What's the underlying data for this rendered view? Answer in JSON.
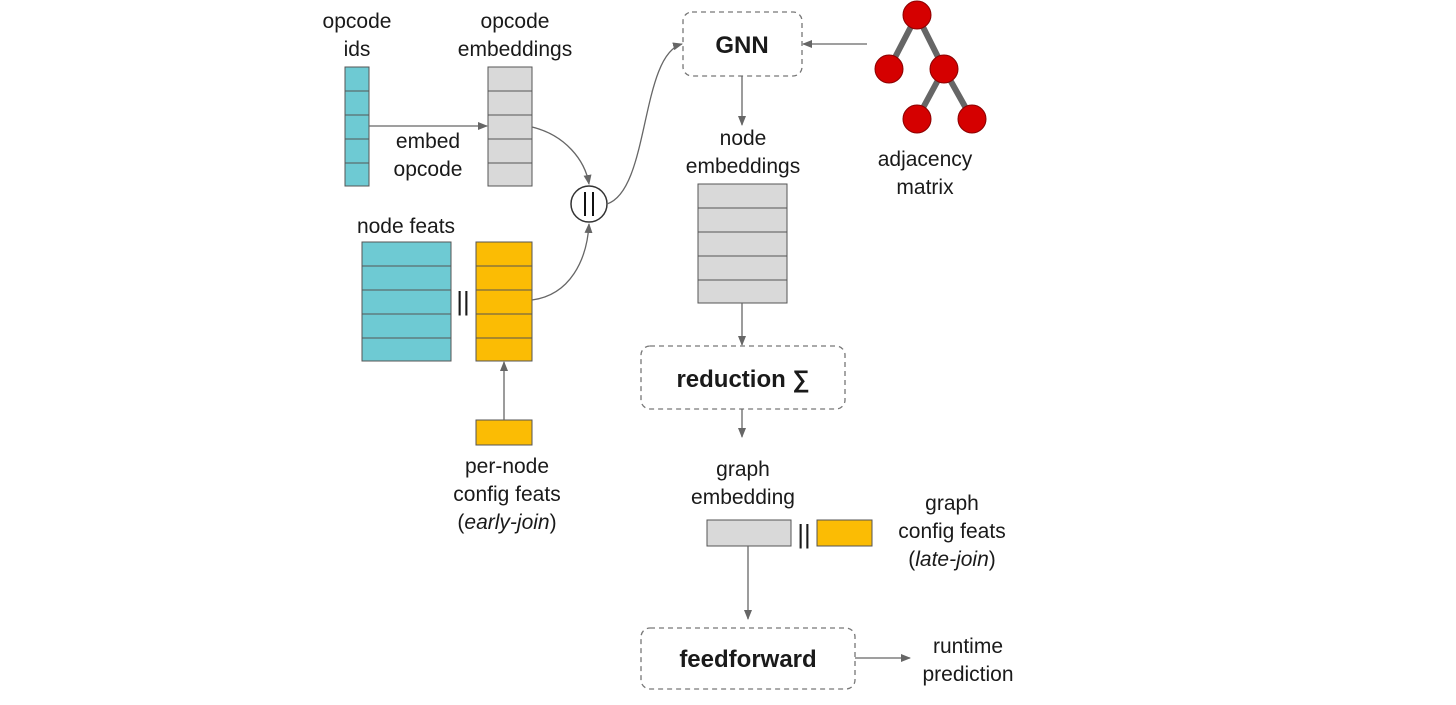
{
  "colors": {
    "teal": "#6ecad3",
    "gray": "#d9d9d9",
    "yellow": "#fbbc04",
    "red": "#d50000",
    "edge": "#666666"
  },
  "labels": {
    "opcode_ids": [
      "opcode",
      "ids"
    ],
    "opcode_embeddings": [
      "opcode",
      "embeddings"
    ],
    "embed_opcode": [
      "embed",
      "opcode"
    ],
    "node_feats": "node feats",
    "concat_symbol": "||",
    "per_node_config": [
      "per-node",
      "config feats"
    ],
    "early_join": "early-join",
    "gnn": "GNN",
    "node_embeddings": [
      "node",
      "embeddings"
    ],
    "adjacency_matrix": [
      "adjacency",
      "matrix"
    ],
    "reduction": "reduction ∑",
    "graph_embedding": [
      "graph",
      "embedding"
    ],
    "graph_config": [
      "graph",
      "config feats"
    ],
    "late_join": "late-join",
    "feedforward": "feedforward",
    "runtime_prediction": [
      "runtime",
      "prediction"
    ]
  },
  "icons": {
    "concat_circle": "concat-circle-icon",
    "tree": "tree-graph-icon"
  }
}
